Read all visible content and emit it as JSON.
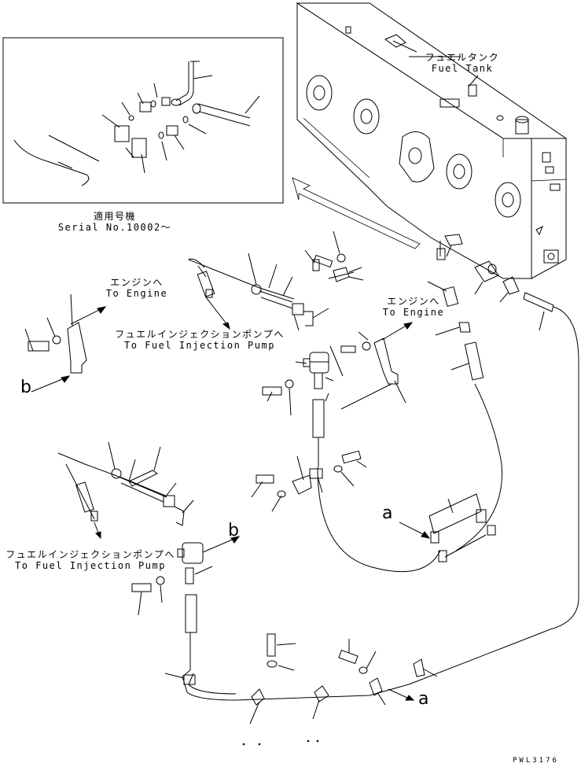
{
  "inset": {
    "applicable_jp": "適用号機",
    "serial": "Serial No.10002～"
  },
  "labels": {
    "fuel_tank_jp": "フュエルタンク",
    "fuel_tank_en": "Fuel Tank",
    "to_engine_jp_1": "エンジンへ",
    "to_engine_en_1": "To Engine",
    "to_engine_jp_2": "エンジンへ",
    "to_engine_en_2": "To Engine",
    "to_pump_jp_1": "フュエルインジェクションポンプへ",
    "to_pump_en_1": "To Fuel Injection Pump",
    "to_pump_jp_2": "フュエルインジェクションポンプへ",
    "to_pump_en_2": "To Fuel Injection Pump"
  },
  "refs": {
    "b_left": "b",
    "b_right": "b",
    "a_mid": "a",
    "a_bottom": "a"
  },
  "drawing_code": "PWL3176"
}
